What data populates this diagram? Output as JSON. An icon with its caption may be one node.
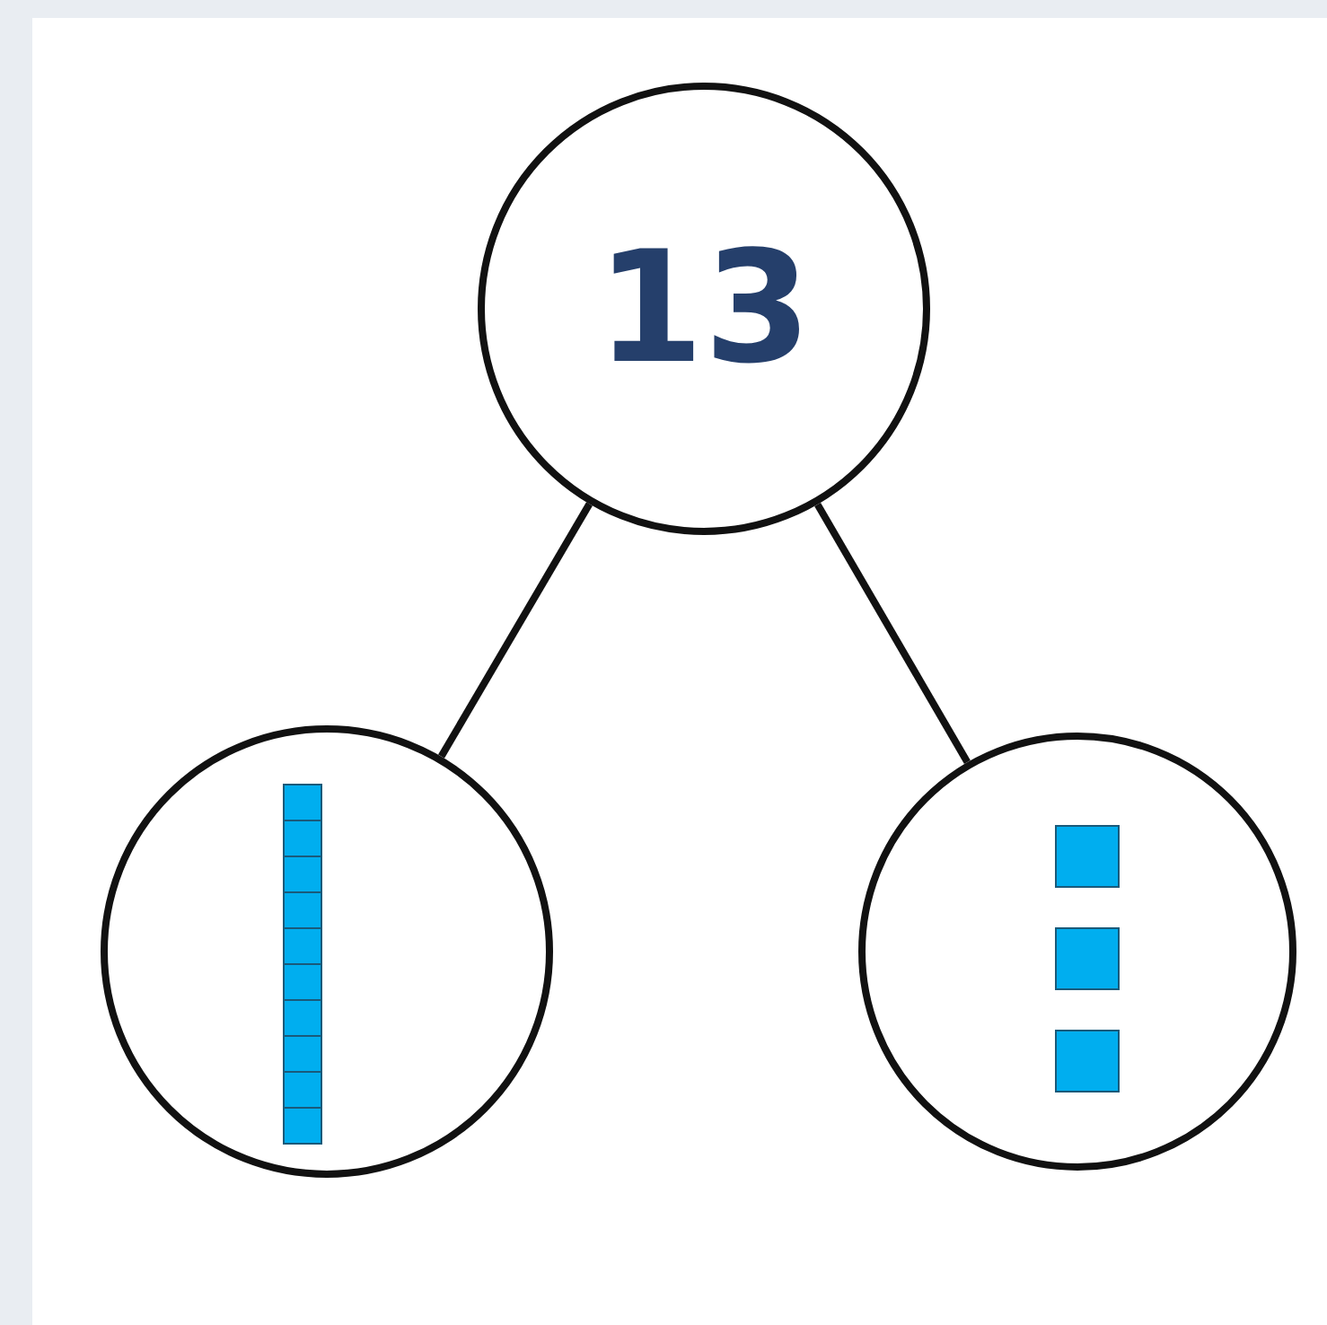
{
  "diagram": {
    "nodes": [
      {
        "text": [
          "13"
        ]
      },
      {
        "text": [],
        "shape": "circle"
      },
      {
        "text": [],
        "shape": "circle"
      }
    ],
    "edges": [
      {
        "from": 0,
        "to": 1,
        "arrow": "none"
      },
      {
        "from": 0,
        "to": 2,
        "arrow": "none"
      }
    ]
  }
}
